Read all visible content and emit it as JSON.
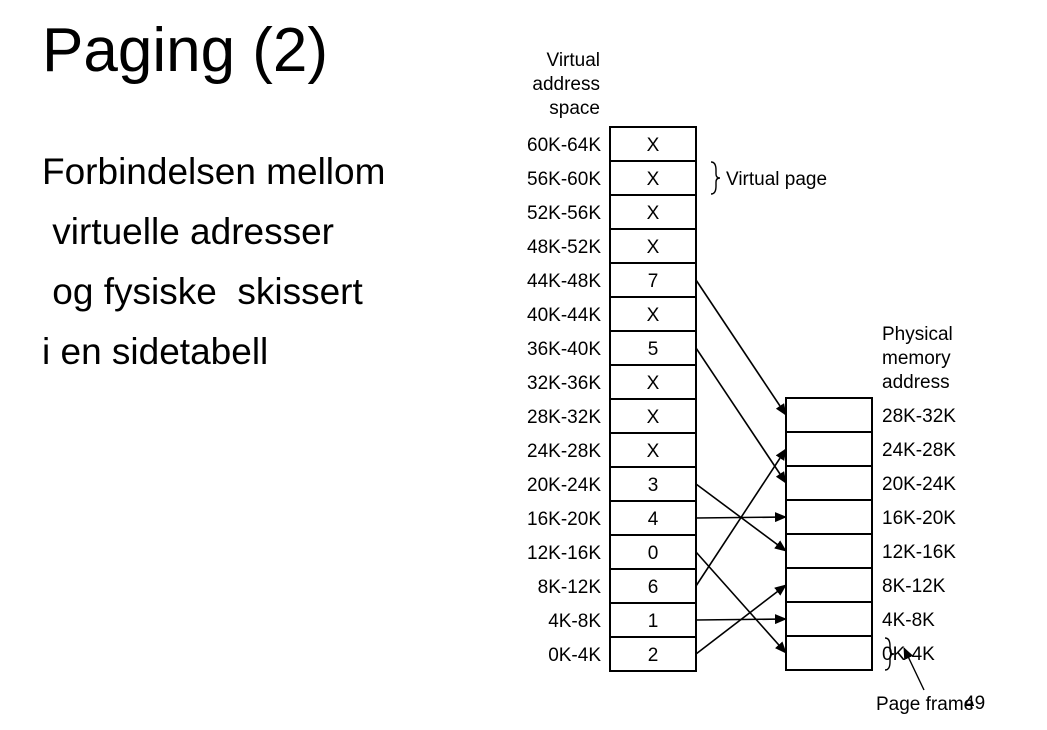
{
  "slide": {
    "title": "Paging (2)",
    "body_lines": [
      "Forbindelsen mellom",
      " virtuelle adresser",
      " og fysiske  skissert",
      "i en sidetabell"
    ],
    "slide_number": "49"
  },
  "diagram": {
    "virtual_header": [
      "Virtual",
      "address",
      "space"
    ],
    "physical_header": [
      "Physical",
      "memory",
      "address"
    ],
    "virtual_page_label": "Virtual page",
    "page_frame_label": "Page frame",
    "virtual_rows": [
      {
        "range": "60K-64K",
        "entry": "X"
      },
      {
        "range": "56K-60K",
        "entry": "X"
      },
      {
        "range": "52K-56K",
        "entry": "X"
      },
      {
        "range": "48K-52K",
        "entry": "X"
      },
      {
        "range": "44K-48K",
        "entry": "7"
      },
      {
        "range": "40K-44K",
        "entry": "X"
      },
      {
        "range": "36K-40K",
        "entry": "5"
      },
      {
        "range": "32K-36K",
        "entry": "X"
      },
      {
        "range": "28K-32K",
        "entry": "X"
      },
      {
        "range": "24K-28K",
        "entry": "X"
      },
      {
        "range": "20K-24K",
        "entry": "3"
      },
      {
        "range": "16K-20K",
        "entry": "4"
      },
      {
        "range": "12K-16K",
        "entry": "0"
      },
      {
        "range": "8K-12K",
        "entry": "6"
      },
      {
        "range": "4K-8K",
        "entry": "1"
      },
      {
        "range": "0K-4K",
        "entry": "2"
      }
    ],
    "physical_rows": [
      "28K-32K",
      "24K-28K",
      "20K-24K",
      "16K-20K",
      "12K-16K",
      "8K-12K",
      "4K-8K",
      "0K-4K"
    ]
  }
}
